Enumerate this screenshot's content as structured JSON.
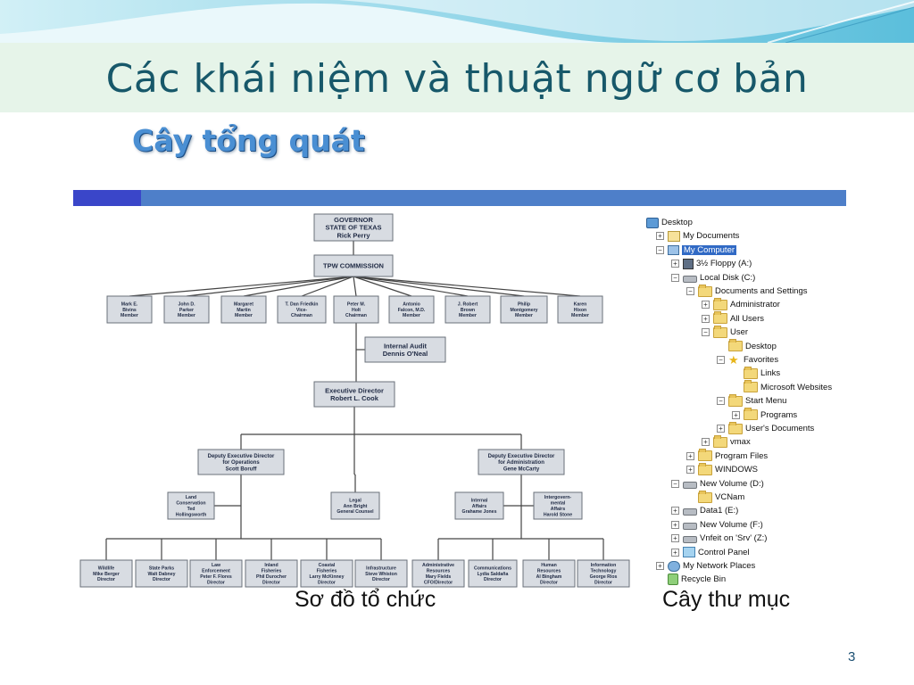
{
  "slide": {
    "title": "Các khái niệm và thuật ngữ cơ bản",
    "page_number": "3"
  },
  "picture": {
    "subtitle": "Cây tổng quát",
    "org_caption": "Sơ đồ tổ chức",
    "tree_caption": "Cây thư mục"
  },
  "org_chart": {
    "nodes": [
      {
        "id": "governor",
        "lines": [
          "GOVERNOR",
          "STATE OF TEXAS",
          "Rick Perry"
        ]
      },
      {
        "id": "commission",
        "lines": [
          "TPW COMMISSION"
        ]
      },
      {
        "id": "m1",
        "lines": [
          "Mark E.",
          "Bivins",
          "Member"
        ]
      },
      {
        "id": "m2",
        "lines": [
          "John D.",
          "Parker",
          "Member"
        ]
      },
      {
        "id": "m3",
        "lines": [
          "Margaret",
          "Martin",
          "Member"
        ]
      },
      {
        "id": "m4",
        "lines": [
          "T. Dan Friedkin",
          "Vice-",
          "Chairman"
        ]
      },
      {
        "id": "m5",
        "lines": [
          "Peter M.",
          "Holt",
          "Chairman"
        ]
      },
      {
        "id": "m6",
        "lines": [
          "Antonio",
          "Falcon, M.D.",
          "Member"
        ]
      },
      {
        "id": "m7",
        "lines": [
          "J. Robert",
          "Brown",
          "Member"
        ]
      },
      {
        "id": "m8",
        "lines": [
          "Philip",
          "Montgomery",
          "Member"
        ]
      },
      {
        "id": "m9",
        "lines": [
          "Karen",
          "Hixon",
          "Member"
        ]
      },
      {
        "id": "audit",
        "lines": [
          "Internal Audit",
          "Dennis O'Neal"
        ]
      },
      {
        "id": "exec",
        "lines": [
          "Executive Director",
          "Robert L. Cook"
        ]
      },
      {
        "id": "ops",
        "lines": [
          "Deputy Executive Director",
          "for Operations",
          "Scott Boruff"
        ]
      },
      {
        "id": "admin",
        "lines": [
          "Deputy Executive Director",
          "for Administration",
          "Gene McCarty"
        ]
      },
      {
        "id": "land",
        "lines": [
          "Land",
          "Conservation",
          "Ted",
          "Hollingsworth"
        ]
      },
      {
        "id": "legal",
        "lines": [
          "Legal",
          "Ann Bright",
          "General Counsel"
        ]
      },
      {
        "id": "ia",
        "lines": [
          "Internal",
          "Affairs",
          "Grahame Jones"
        ]
      },
      {
        "id": "ig",
        "lines": [
          "Intergovern-",
          "mental",
          "Affairs",
          "Harold Stone"
        ]
      },
      {
        "id": "d1",
        "lines": [
          "Wildlife",
          "Mike Berger",
          "Director"
        ]
      },
      {
        "id": "d2",
        "lines": [
          "State Parks",
          "Walt Dabney",
          "Director"
        ]
      },
      {
        "id": "d3",
        "lines": [
          "Law",
          "Enforcement",
          "Peter F. Flores",
          "Director"
        ]
      },
      {
        "id": "d4",
        "lines": [
          "Inland",
          "Fisheries",
          "Phil Durocher",
          "Director"
        ]
      },
      {
        "id": "d5",
        "lines": [
          "Coastal",
          "Fisheries",
          "Larry McKinney",
          "Director"
        ]
      },
      {
        "id": "d6",
        "lines": [
          "Infrastructure",
          "Steve Whiston",
          "Director"
        ]
      },
      {
        "id": "d7",
        "lines": [
          "Administrative",
          "Resources",
          "Mary Fields",
          "CFO/Director"
        ]
      },
      {
        "id": "d8",
        "lines": [
          "Communications",
          "Lydia Saldaña",
          "Director"
        ]
      },
      {
        "id": "d9",
        "lines": [
          "Human",
          "Resources",
          "Al Bingham",
          "Director"
        ]
      },
      {
        "id": "d10",
        "lines": [
          "Information",
          "Technology",
          "George Rios",
          "Director"
        ]
      }
    ]
  },
  "folder_tree": {
    "items": [
      {
        "label": "Desktop",
        "icon": "desktop-icon",
        "level": 0,
        "expander": ""
      },
      {
        "label": "My Documents",
        "icon": "documents-icon",
        "level": 1,
        "expander": "+"
      },
      {
        "label": "My Computer",
        "icon": "computer-icon",
        "level": 1,
        "expander": "-",
        "selected": true
      },
      {
        "label": "3½ Floppy (A:)",
        "icon": "floppy-icon",
        "level": 2,
        "expander": "+"
      },
      {
        "label": "Local Disk (C:)",
        "icon": "drive-icon",
        "level": 2,
        "expander": "-"
      },
      {
        "label": "Documents and Settings",
        "icon": "folder-icon",
        "level": 3,
        "expander": "-"
      },
      {
        "label": "Administrator",
        "icon": "folder-icon",
        "level": 4,
        "expander": "+"
      },
      {
        "label": "All Users",
        "icon": "folder-icon",
        "level": 4,
        "expander": "+"
      },
      {
        "label": "User",
        "icon": "folder-icon",
        "level": 4,
        "expander": "-"
      },
      {
        "label": "Desktop",
        "icon": "folder-icon",
        "level": 5,
        "expander": ""
      },
      {
        "label": "Favorites",
        "icon": "star-icon",
        "level": 5,
        "expander": "-"
      },
      {
        "label": "Links",
        "icon": "folder-icon",
        "level": 6,
        "expander": ""
      },
      {
        "label": "Microsoft Websites",
        "icon": "folder-icon",
        "level": 6,
        "expander": ""
      },
      {
        "label": "Start Menu",
        "icon": "folder-icon",
        "level": 5,
        "expander": "-"
      },
      {
        "label": "Programs",
        "icon": "folder-icon",
        "level": 6,
        "expander": "+"
      },
      {
        "label": "User's Documents",
        "icon": "folder-icon",
        "level": 5,
        "expander": "+"
      },
      {
        "label": "vmax",
        "icon": "folder-icon",
        "level": 4,
        "expander": "+"
      },
      {
        "label": "Program Files",
        "icon": "folder-icon",
        "level": 3,
        "expander": "+"
      },
      {
        "label": "WINDOWS",
        "icon": "folder-icon",
        "level": 3,
        "expander": "+"
      },
      {
        "label": "New Volume (D:)",
        "icon": "drive-icon",
        "level": 2,
        "expander": "-"
      },
      {
        "label": "VCNam",
        "icon": "folder-icon",
        "level": 3,
        "expander": ""
      },
      {
        "label": "Data1 (E:)",
        "icon": "drive-icon",
        "level": 2,
        "expander": "+"
      },
      {
        "label": "New Volume (F:)",
        "icon": "drive-icon",
        "level": 2,
        "expander": "+"
      },
      {
        "label": "Vnfeit on 'Srv' (Z:)",
        "icon": "network-drive-icon",
        "level": 2,
        "expander": "+"
      },
      {
        "label": "Control Panel",
        "icon": "control-panel-icon",
        "level": 2,
        "expander": "+"
      },
      {
        "label": "My Network Places",
        "icon": "network-icon",
        "level": 1,
        "expander": "+"
      },
      {
        "label": "Recycle Bin",
        "icon": "recycle-bin-icon",
        "level": 1,
        "expander": ""
      }
    ]
  },
  "colors": {
    "title_text": "#17586a",
    "title_band": "#e6f4e9",
    "accent_bar": "#4e7fc9",
    "org_box_fill": "#d8dce2",
    "org_box_border": "#6a707a"
  }
}
